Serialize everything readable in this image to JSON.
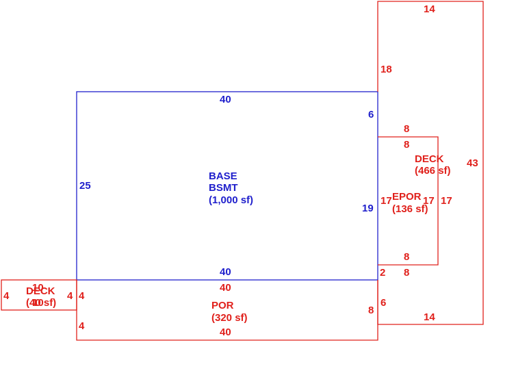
{
  "colors": {
    "red": "#e0201b",
    "blue": "#1f1fcc"
  },
  "base": {
    "label_lines": [
      "BASE",
      "BSMT",
      "(1,000 sf)"
    ],
    "dims": {
      "top": "40",
      "left": "25",
      "bottom": "40",
      "right_upper": "6",
      "right_lower": "19"
    }
  },
  "por": {
    "label_lines": [
      "POR",
      "(320 sf)"
    ],
    "dims": {
      "top": "40",
      "bottom": "40",
      "left_upper": "4",
      "left_lower": "4",
      "right": "8"
    }
  },
  "epor": {
    "label_lines": [
      "EPOR",
      "(136 sf)"
    ],
    "dims": {
      "top_outer": "8",
      "top_inner": "8",
      "left": "17",
      "right": "17",
      "bottom_inner": "8",
      "bottom_outer": "8",
      "step": "2"
    }
  },
  "deck_right": {
    "label_lines": [
      "DECK",
      "(466 sf)"
    ],
    "dims": {
      "top": "14",
      "left_upper": "18",
      "right": "43",
      "right_inner": "17",
      "left_lower": "6",
      "bottom": "14"
    }
  },
  "deck_left": {
    "label_lines": [
      "DECK",
      "(40 sf)"
    ],
    "dims": {
      "top": "10",
      "bottom": "10",
      "left": "4",
      "right": "4"
    }
  }
}
